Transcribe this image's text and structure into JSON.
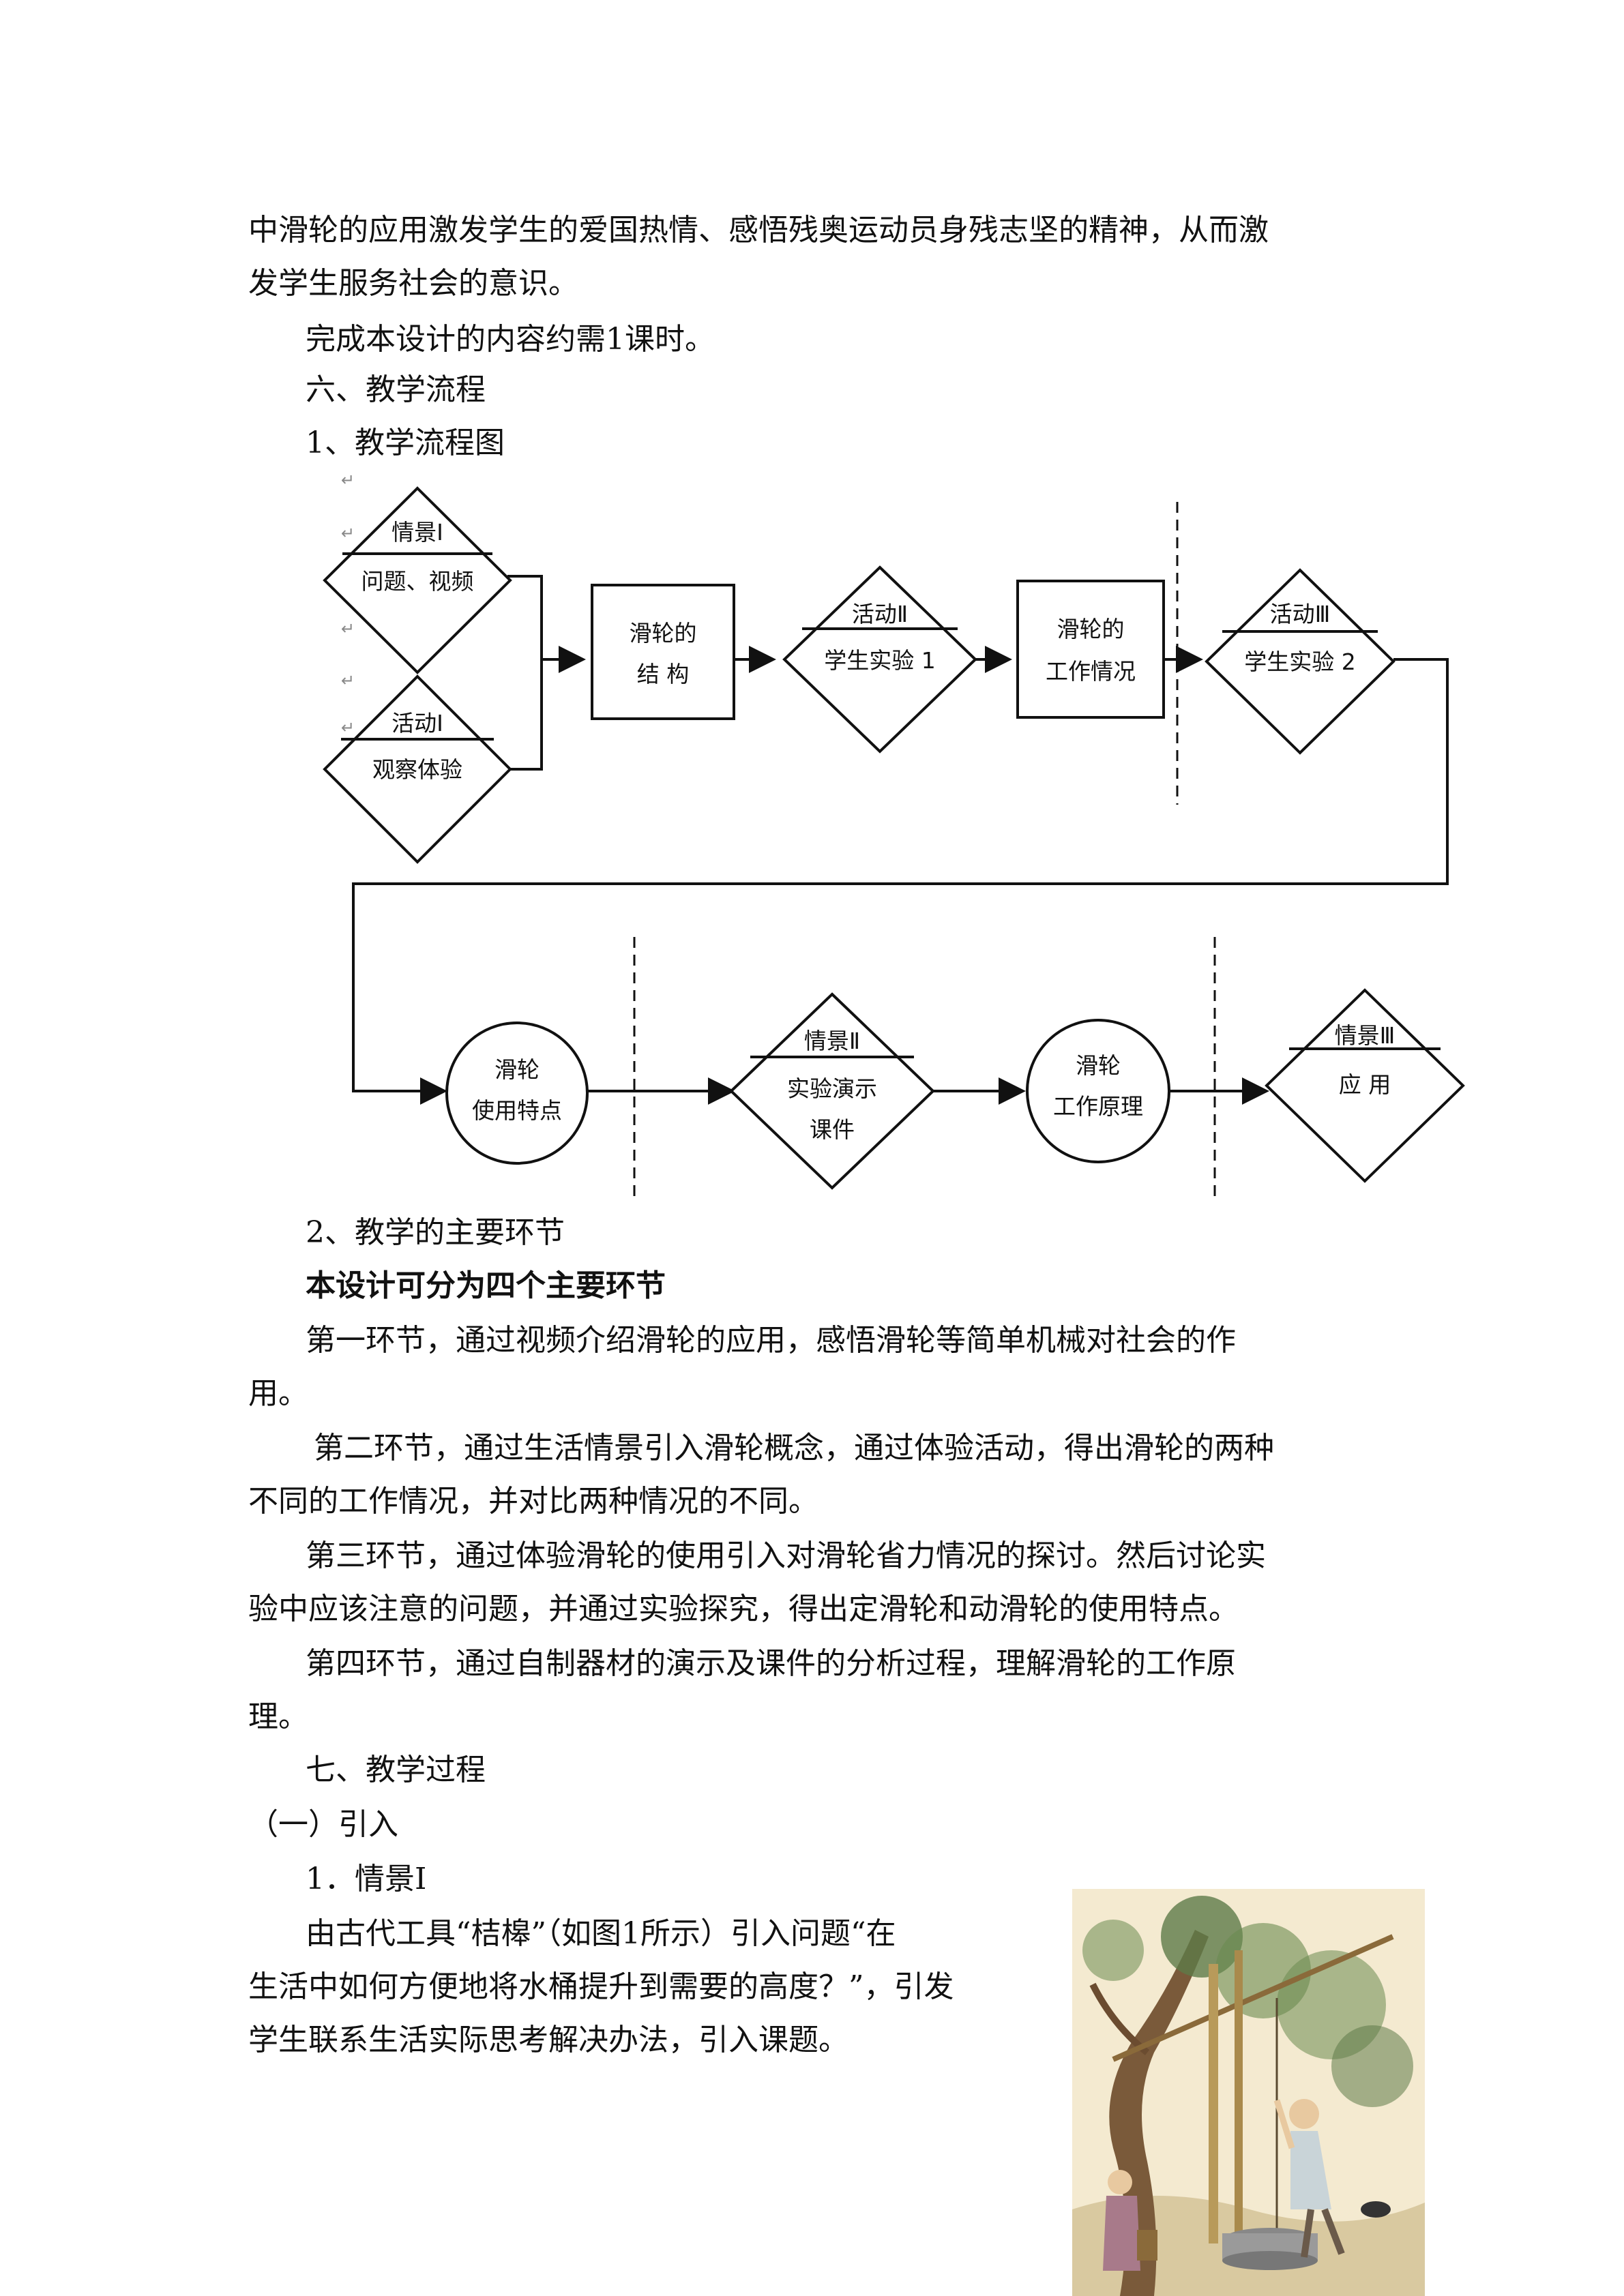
{
  "text": {
    "l1": "中滑轮的应用激发学生的爱国热情、感悟残奥运动员身残志坚的精神，从而激",
    "l2": "发学生服务社会的意识。",
    "l3": "完成本设计的内容约需1课时。",
    "l4": "六、教学流程",
    "l5": "1、教学流程图",
    "l6": "2、教学的主要环节",
    "l7": "本设计可分为四个主要环节",
    "l8": "第一环节，通过视频介绍滑轮的应用，感悟滑轮等简单机械对社会的作",
    "l9": "用。",
    "l10": "第二环节，通过生活情景引入滑轮概念，通过体验活动，得出滑轮的两种",
    "l11": "不同的工作情况，并对比两种情况的不同。",
    "l12": "第三环节，通过体验滑轮的使用引入对滑轮省力情况的探讨。然后讨论实",
    "l13": "验中应该注意的问题，并通过实验探究，得出定滑轮和动滑轮的使用特点。",
    "l14": "第四环节，通过自制器材的演示及课件的分析过程，理解滑轮的工作原",
    "l15": "理。",
    "l16": "七、教学过程",
    "l17": "（一）引入",
    "l18": "1．情景Ⅰ",
    "l19": "由古代工具“桔槔”（如图1所示）引入问题“在",
    "l20": "生活中如何方便地将水桶提升到需要的高度？”，引发",
    "l21": "学生联系生活实际思考解决办法，引入课题。"
  },
  "flow": {
    "return_mark": "↵",
    "d1_top": "情景Ⅰ",
    "d1_bottom": "问题、视频",
    "d2_top": "活动Ⅰ",
    "d2_bottom": "观察体验",
    "r1_line1": "滑轮的",
    "r1_line2": "结 构",
    "d3_top": "活动Ⅱ",
    "d3_bottom": "学生实验 1",
    "r2_line1": "滑轮的",
    "r2_line2": "工作情况",
    "d4_top": "活动Ⅲ",
    "d4_bottom": "学生实验 2",
    "c1_line1": "滑轮",
    "c1_line2": "使用特点",
    "d5_top": "情景Ⅱ",
    "d5_bottom1": "实验演示",
    "d5_bottom2": "课件",
    "c2_line1": "滑轮",
    "c2_line2": "工作原理",
    "d6_top": "情景Ⅲ",
    "d6_bottom": "应 用"
  },
  "figure": {
    "description_icon": "ancient-shadoof-illustration"
  }
}
